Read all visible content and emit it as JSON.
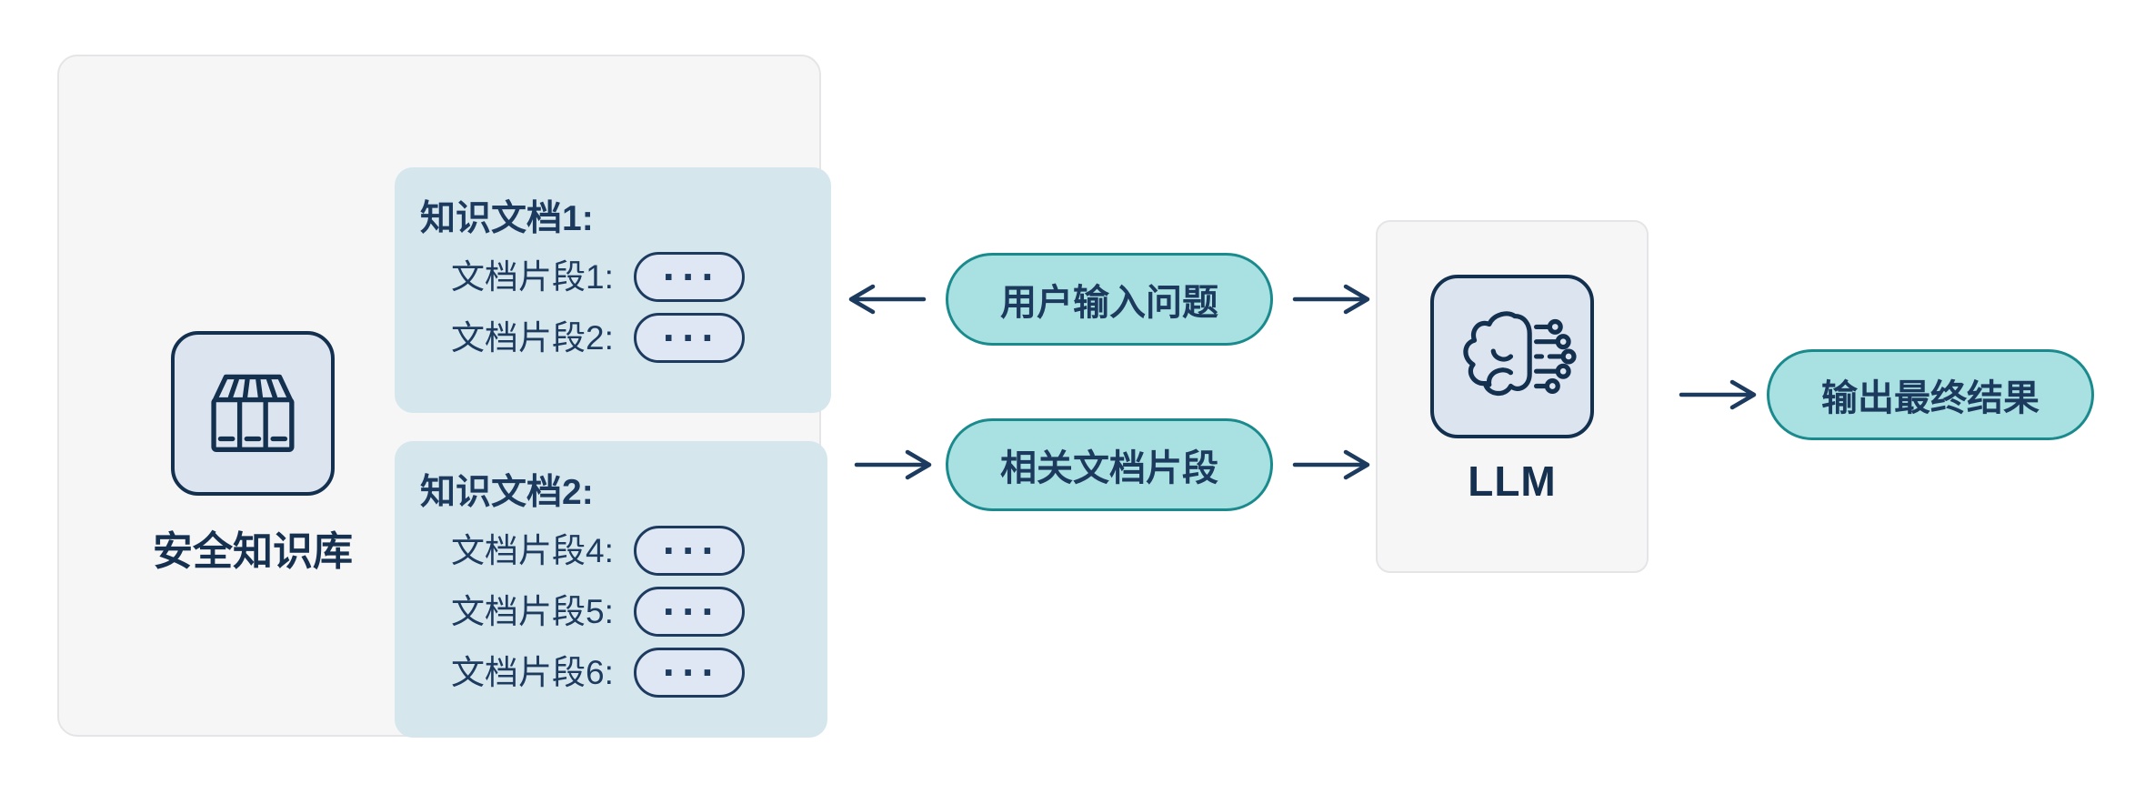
{
  "colors": {
    "navy_text": "#1d3a5f",
    "deep_navy": "#16304f",
    "teal_fill": "#a9e0e1",
    "teal_border": "#1a8a8d",
    "panel_fill": "#f6f6f7",
    "panel_border": "#e5e5e7",
    "doc_box_fill": "#d5e6ed",
    "chip_fill": "#dfe6f4",
    "arrow": "#1d3a5f"
  },
  "knowledge_base": {
    "label": "安全知识库",
    "icon": "library-books-icon",
    "documents": [
      {
        "title": "知识文档1:",
        "fragments": [
          {
            "label": "文档片段1:",
            "content": "···"
          },
          {
            "label": "文档片段2:",
            "content": "···"
          }
        ]
      },
      {
        "title": "知识文档2:",
        "fragments": [
          {
            "label": "文档片段4:",
            "content": "···"
          },
          {
            "label": "文档片段5:",
            "content": "···"
          },
          {
            "label": "文档片段6:",
            "content": "···"
          }
        ]
      }
    ]
  },
  "flow": {
    "user_query_label": "用户输入问题",
    "related_fragments_label": "相关文档片段",
    "llm_label": "LLM",
    "llm_icon": "brain-circuit-icon",
    "output_label": "输出最终结果"
  }
}
